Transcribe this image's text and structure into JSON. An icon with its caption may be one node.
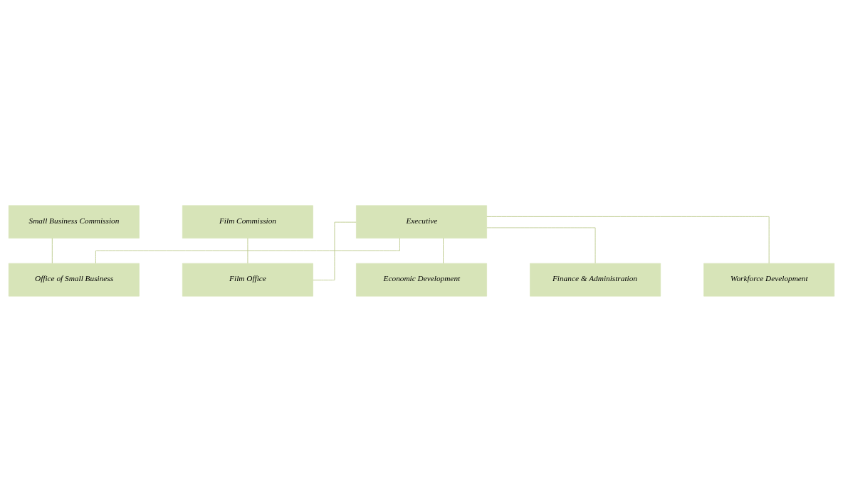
{
  "diagram": {
    "nodes": [
      {
        "text": [
          "Executive"
        ]
      },
      {
        "text": [
          "Small Business Commission"
        ]
      },
      {
        "text": [
          "Film Commission"
        ]
      },
      {
        "text": [
          "Office of Small Business"
        ]
      },
      {
        "text": [
          "Film Office"
        ]
      },
      {
        "text": [
          "Economic Development"
        ]
      },
      {
        "text": [
          "Finance & Administration"
        ]
      },
      {
        "text": [
          "Workforce Development"
        ]
      }
    ],
    "edges": [
      {
        "from": 1,
        "to": 3,
        "arrow": "none"
      },
      {
        "from": 2,
        "to": 4,
        "arrow": "none"
      },
      {
        "from": 0,
        "to": 3,
        "arrow": "none"
      },
      {
        "from": 0,
        "to": 4,
        "arrow": "none"
      },
      {
        "from": 0,
        "to": 5,
        "arrow": "none"
      },
      {
        "from": 0,
        "to": 6,
        "arrow": "none"
      },
      {
        "from": 0,
        "to": 7,
        "arrow": "none"
      }
    ]
  }
}
